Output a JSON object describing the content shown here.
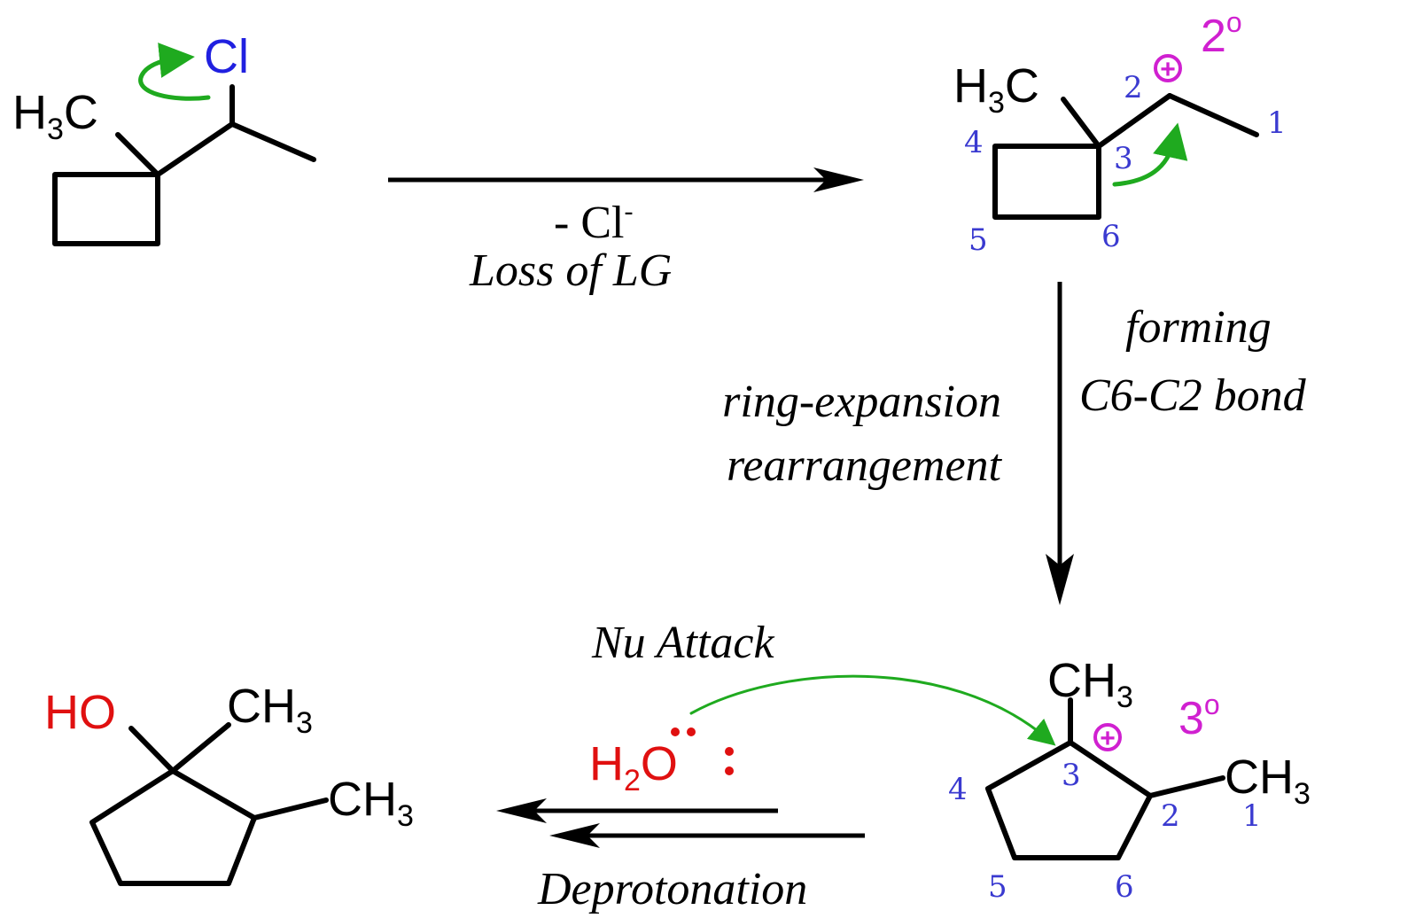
{
  "colors": {
    "bond": "#000000",
    "carbon_text": "#000000",
    "chlorine": "#2020e0",
    "oxygen": "#e01010",
    "charge": "#d020d0",
    "numbering": "#3a3ad0",
    "curly_arrow": "#1faa1f"
  },
  "start": {
    "cl": "Cl",
    "h3c_main": "H",
    "h3c_sub": "3",
    "h3c_tail": "C"
  },
  "step1": {
    "reagent_main": "- Cl",
    "reagent_sup": "-",
    "label": "Loss of LG"
  },
  "carbocation1": {
    "h3c_main": "H",
    "h3c_sub": "3",
    "h3c_tail": "C",
    "charge": "+",
    "degree_main": "2",
    "degree_sup": "o",
    "numbers": [
      "1",
      "2",
      "3",
      "4",
      "5",
      "6"
    ]
  },
  "step2": {
    "left_line1": "ring-expansion",
    "left_line2": "rearrangement",
    "right_line1": "forming",
    "right_line2": "C6-C2 bond"
  },
  "carbocation2": {
    "top_methyl_main": "CH",
    "top_methyl_sub": "3",
    "right_methyl_main": "CH",
    "right_methyl_sub": "3",
    "charge": "+",
    "degree_main": "3",
    "degree_sup": "o",
    "numbers": [
      "1",
      "2",
      "3",
      "4",
      "5",
      "6"
    ]
  },
  "step3": {
    "nu_label": "Nu Attack",
    "water_h": "H",
    "water_sub": "2",
    "water_o": "O",
    "deprot_label": "Deprotonation"
  },
  "product": {
    "ho": "HO",
    "methyl1_main": "CH",
    "methyl1_sub": "3",
    "methyl2_main": "CH",
    "methyl2_sub": "3"
  }
}
